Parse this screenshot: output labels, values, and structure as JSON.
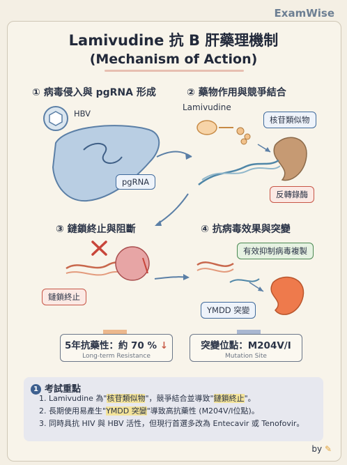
{
  "brand": "ExamWise",
  "title": {
    "line1": "Lamivudine 抗 B 肝藥理機制",
    "line2": "(Mechanism of Action)"
  },
  "sections": [
    {
      "title": "① 病毒侵入與 pgRNA 形成",
      "labels": {
        "virus": "HBV",
        "rna": "pgRNA"
      }
    },
    {
      "title": "② 藥物作用與競爭結合",
      "labels": {
        "drug": "Lamivudine",
        "analog": "核苷類似物",
        "enzyme": "反轉錄酶"
      }
    },
    {
      "title": "③ 鏈鎖終止與阻斷",
      "labels": {
        "stop": "鏈鎖終止"
      }
    },
    {
      "title": "④ 抗病毒效果與突變",
      "labels": {
        "effect": "有效抑制病毒複製",
        "mutation": "YMDD 突變"
      }
    }
  ],
  "stats": [
    {
      "value": "5年抗藥性：約 70 %",
      "arrow": "↓",
      "sub": "Long-term Resistance"
    },
    {
      "value": "突變位點：M204V/I",
      "sub": "Mutation Site"
    }
  ],
  "exam": {
    "number": "1",
    "title": "考試重點",
    "points": [
      {
        "before": "Lamivudine 為\"",
        "hl1": "核苷類似物",
        "mid": "\"，競爭結合並導致\"",
        "hl2": "鏈鎖終止",
        "after": "\"。"
      },
      {
        "before": "長期使用易產生\"",
        "hl1": "YMDD 突變",
        "mid": "\"導致高抗藥性 (M204V/I位點)。",
        "hl2": "",
        "after": ""
      },
      {
        "before": "同時具抗 HIV 與 HBV 活性，但現行首選多改為 Entecavir 或 Tenofovir。",
        "hl1": "",
        "mid": "",
        "hl2": "",
        "after": ""
      }
    ]
  },
  "footer": {
    "by": "by"
  },
  "colors": {
    "accent_red": "#c85c48",
    "accent_blue": "#3f6a9c",
    "accent_green": "#4b8a52",
    "highlight": "#f3e39a"
  }
}
